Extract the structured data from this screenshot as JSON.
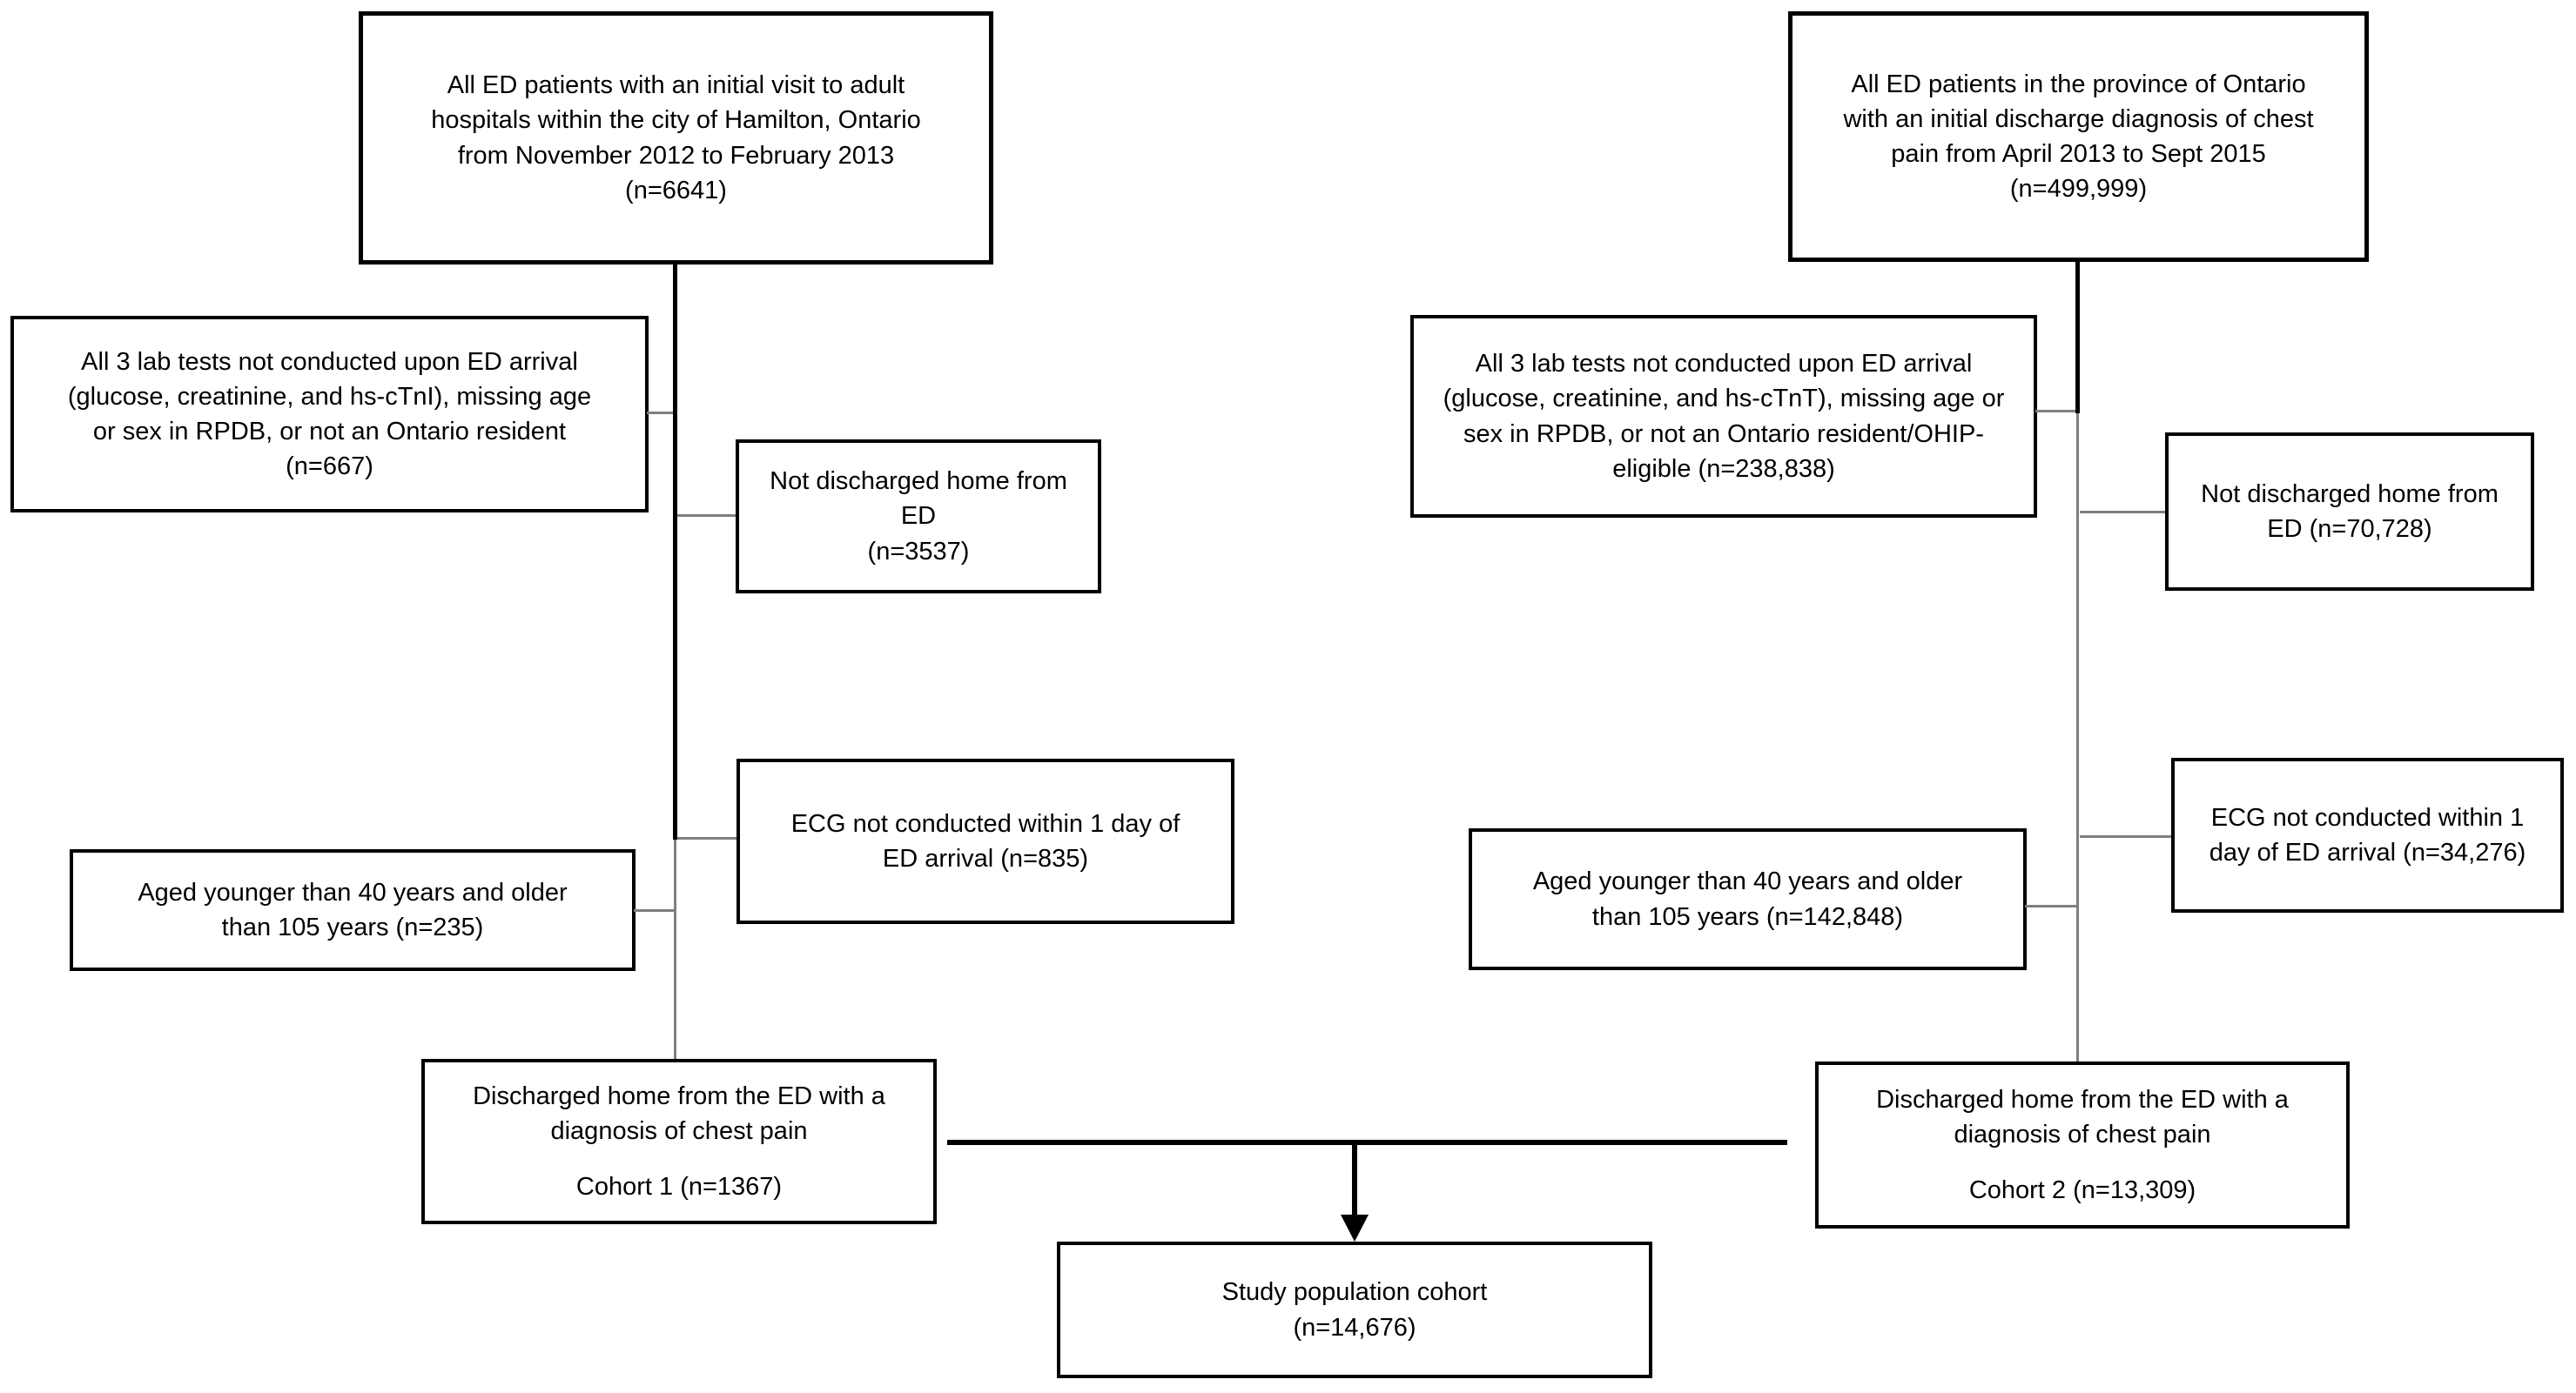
{
  "palette": {
    "background": "#ffffff",
    "box_border": "#000000",
    "text": "#000000",
    "main_line": "#000000",
    "connector_line": "#7f7f7f"
  },
  "flowchart": {
    "left_branch": {
      "source": {
        "text": "All ED patients with an initial visit to adult\nhospitals within the city of Hamilton, Ontario\nfrom November 2012 to February 2013\n(n=6641)"
      },
      "exclusion_labs": {
        "text": "All 3 lab tests not conducted upon ED arrival\n(glucose, creatinine, and hs-cTnI), missing age\nor sex in RPDB, or not an Ontario resident\n(n=667)"
      },
      "exclusion_not_discharged": {
        "text": "Not discharged home from ED\n(n=3537)"
      },
      "exclusion_ecg": {
        "text": "ECG not conducted within 1 day of\nED arrival (n=835)"
      },
      "exclusion_age": {
        "text": "Aged younger than 40 years and older\nthan 105 years (n=235)"
      },
      "cohort": {
        "text": "Discharged home from the ED with a\ndiagnosis of chest pain",
        "label": "Cohort 1 (n=1367)"
      }
    },
    "right_branch": {
      "source": {
        "text": "All ED patients in the province of Ontario\nwith an initial discharge diagnosis of chest\npain from April 2013 to Sept 2015\n(n=499,999)"
      },
      "exclusion_labs": {
        "text": "All 3 lab tests not conducted upon ED arrival\n(glucose, creatinine, and hs-cTnT), missing age or\nsex in RPDB, or not an Ontario resident/OHIP-\neligible (n=238,838)"
      },
      "exclusion_not_discharged": {
        "text": "Not discharged home from\nED (n=70,728)"
      },
      "exclusion_ecg": {
        "text": "ECG not conducted within 1\nday of ED arrival (n=34,276)"
      },
      "exclusion_age": {
        "text": "Aged younger than 40 years and older\nthan 105 years (n=142,848)"
      },
      "cohort": {
        "text": "Discharged home from the ED with a\ndiagnosis of chest pain",
        "label": "Cohort 2 (n=13,309)"
      }
    },
    "final": {
      "text": "Study population cohort\n(n=14,676)"
    }
  }
}
